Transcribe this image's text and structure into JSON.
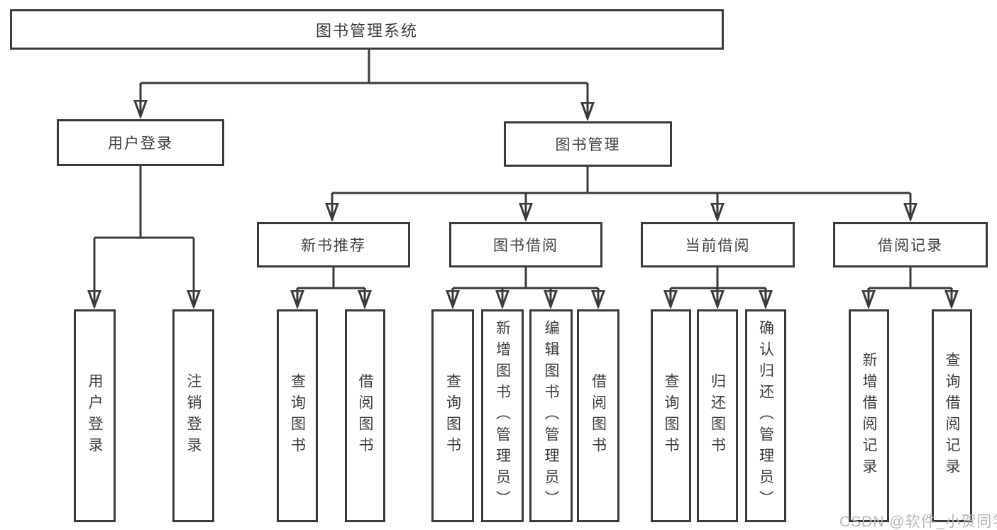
{
  "diagram": {
    "type": "hierarchy-tree",
    "root": {
      "label": "图书管理系统"
    },
    "children": [
      {
        "label": "用户登录",
        "children": [
          {
            "label": "用户登录"
          },
          {
            "label": "注销登录"
          }
        ]
      },
      {
        "label": "图书管理",
        "children": [
          {
            "label": "新书推荐",
            "children": [
              {
                "label": "查询图书"
              },
              {
                "label": "借阅图书"
              }
            ]
          },
          {
            "label": "图书借阅",
            "children": [
              {
                "label": "查询图书"
              },
              {
                "label": "新增图书（管理员）"
              },
              {
                "label": "编辑图书（管理员）"
              },
              {
                "label": "借阅图书"
              }
            ]
          },
          {
            "label": "当前借阅",
            "children": [
              {
                "label": "查询图书"
              },
              {
                "label": "归还图书"
              },
              {
                "label": "确认归还（管理员）"
              }
            ]
          },
          {
            "label": "借阅记录",
            "children": [
              {
                "label": "新增借阅记录"
              },
              {
                "label": "查询借阅记录"
              }
            ]
          }
        ]
      }
    ]
  },
  "watermark": {
    "text": "CSDN @软件_小贺同学"
  },
  "colors": {
    "line": "#3a3a3a",
    "box_border": "#3a3a3a",
    "text": "#3d3d3d",
    "watermark": "#b7b7b7",
    "background": "#ffffff"
  }
}
